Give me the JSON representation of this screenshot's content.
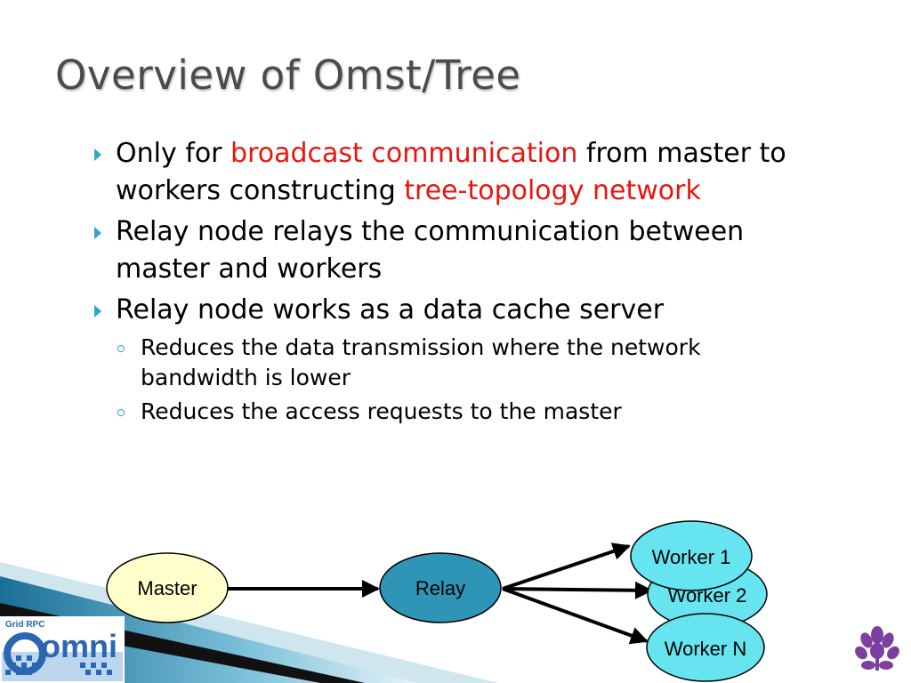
{
  "slide": {
    "title": "Overview of Omst/Tree",
    "bullets": [
      {
        "pre": "Only for ",
        "hl1": "broadcast communication",
        "mid": " from master to workers constructing ",
        "hl2": "tree-topology network"
      },
      {
        "text": "Relay node relays the communication between master and workers"
      },
      {
        "text": "Relay node works as a data cache server",
        "sub": [
          "Reduces the data transmission where the network bandwidth is lower",
          "Reduces the access requests to the master"
        ]
      }
    ]
  },
  "diagram": {
    "nodes": {
      "master": "Master",
      "relay": "Relay",
      "worker1": "Worker 1",
      "worker2": "Worker 2",
      "workerN": "Worker N"
    }
  },
  "logo": {
    "small": "Grid RPC",
    "big": "omni"
  },
  "colors": {
    "accent": "#2aa7c9",
    "highlight": "#e8150f",
    "master_fill": "#ffffcc",
    "relay_fill": "#2e95b6",
    "worker_fill": "#66e5f0"
  }
}
